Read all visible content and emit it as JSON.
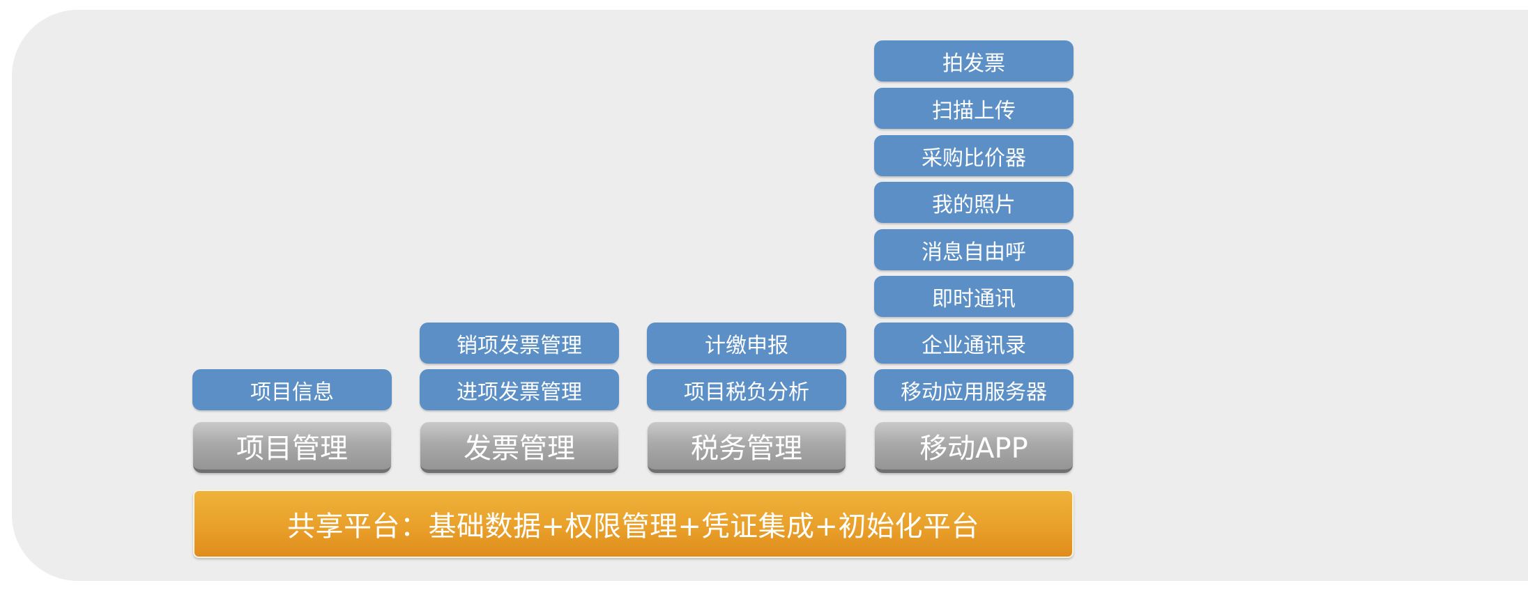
{
  "modules": [
    {
      "header": "项目管理",
      "items": [
        "项目信息"
      ]
    },
    {
      "header": "发票管理",
      "items": [
        "进项发票管理",
        "销项发票管理"
      ]
    },
    {
      "header": "税务管理",
      "items": [
        "项目税负分析",
        "计缴申报"
      ]
    },
    {
      "header": "移动APP",
      "items": [
        "移动应用服务器",
        "企业通讯录",
        "即时通讯",
        "消息自由呼",
        "我的照片",
        "采购比价器",
        "扫描上传",
        "拍发票"
      ]
    }
  ],
  "platform": {
    "label": "共享平台：基础数据+权限管理+凭证集成+初始化平台"
  },
  "colors": {
    "module_item": "#5b8fc6",
    "module_header": "#a9a9a9",
    "platform": "#e9a02a",
    "background_panel": "#ededed"
  }
}
